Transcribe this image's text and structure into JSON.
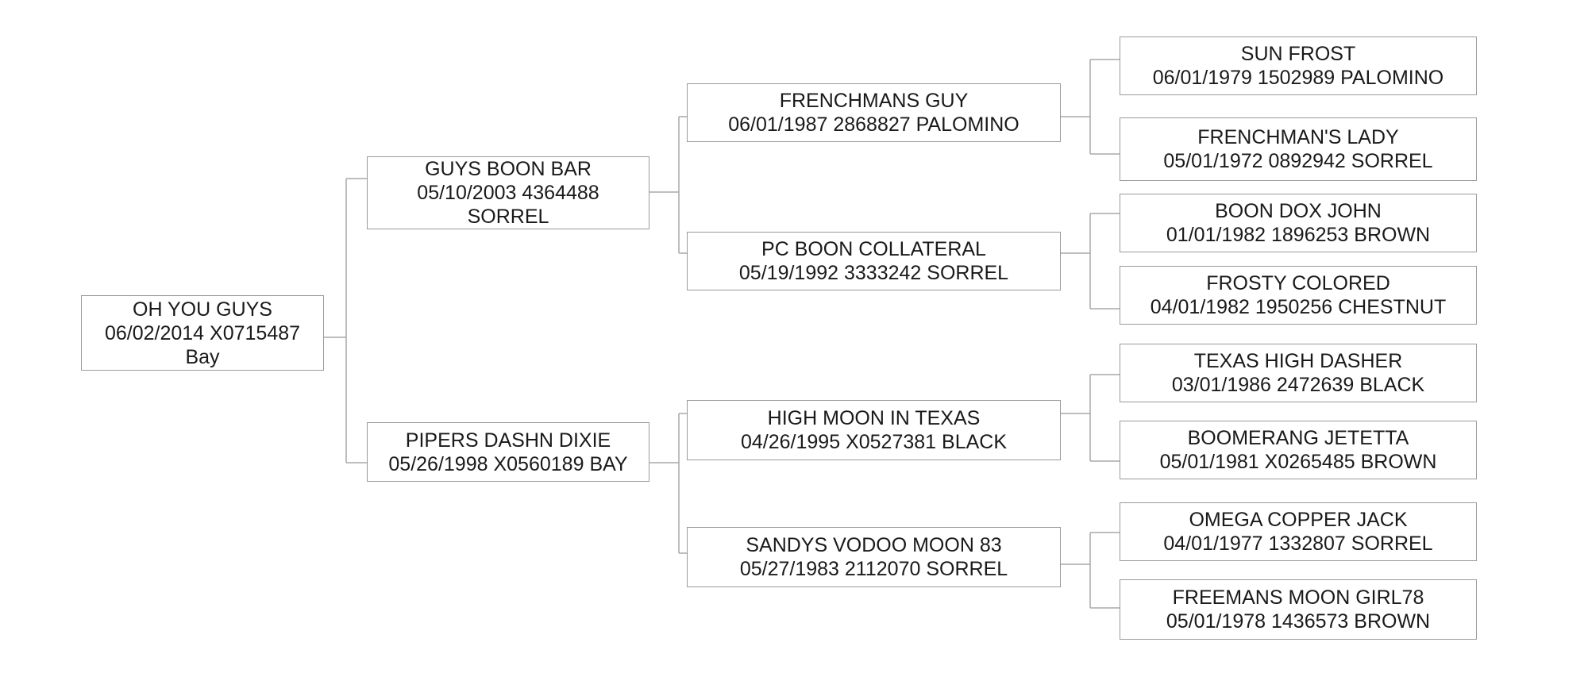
{
  "pedigree": {
    "subject": {
      "name": "OH YOU GUYS",
      "date": "06/02/2014",
      "reg": "X0715487",
      "color": "Bay"
    },
    "sire": {
      "name": "GUYS BOON BAR",
      "date": "05/10/2003",
      "reg": "4364488",
      "color": "SORREL"
    },
    "dam": {
      "name": "PIPERS DASHN DIXIE",
      "date": "05/26/1998",
      "reg": "X0560189",
      "color": "BAY"
    },
    "sire_sire": {
      "name": "FRENCHMANS GUY",
      "date": "06/01/1987",
      "reg": "2868827",
      "color": "PALOMINO"
    },
    "sire_dam": {
      "name": "PC BOON COLLATERAL",
      "date": "05/19/1992",
      "reg": "3333242",
      "color": "SORREL"
    },
    "dam_sire": {
      "name": "HIGH MOON IN TEXAS",
      "date": "04/26/1995",
      "reg": "X0527381",
      "color": "BLACK"
    },
    "dam_dam": {
      "name": "SANDYS VODOO MOON 83",
      "date": "05/27/1983",
      "reg": "2112070",
      "color": "SORREL"
    },
    "ss_sire": {
      "name": "SUN FROST",
      "date": "06/01/1979",
      "reg": "1502989",
      "color": "PALOMINO"
    },
    "ss_dam": {
      "name": "FRENCHMAN'S LADY",
      "date": "05/01/1972",
      "reg": "0892942",
      "color": "SORREL"
    },
    "sd_sire": {
      "name": "BOON DOX JOHN",
      "date": "01/01/1982",
      "reg": "1896253",
      "color": "BROWN"
    },
    "sd_dam": {
      "name": "FROSTY COLORED",
      "date": "04/01/1982",
      "reg": "1950256",
      "color": "CHESTNUT"
    },
    "ds_sire": {
      "name": "TEXAS HIGH DASHER",
      "date": "03/01/1986",
      "reg": "2472639",
      "color": "BLACK"
    },
    "ds_dam": {
      "name": "BOOMERANG JETETTA",
      "date": "05/01/1981",
      "reg": "X0265485",
      "color": "BROWN"
    },
    "dd_sire": {
      "name": "OMEGA COPPER JACK",
      "date": "04/01/1977",
      "reg": "1332807",
      "color": "SORREL"
    },
    "dd_dam": {
      "name": "FREEMANS MOON GIRL78",
      "date": "05/01/1978",
      "reg": "1436573",
      "color": "BROWN"
    }
  }
}
